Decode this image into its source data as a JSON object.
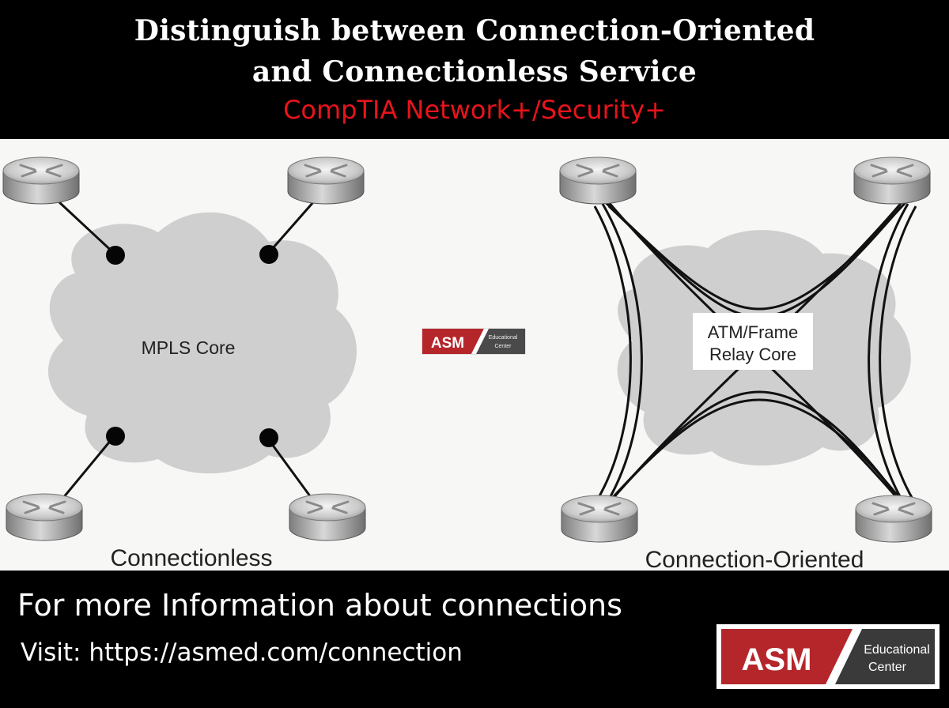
{
  "header": {
    "title_line1": "Distinguish between Connection-Oriented",
    "title_line2": "and Connectionless Service",
    "subtitle": "CompTIA Network+/Security+"
  },
  "left_diagram": {
    "core_label": "MPLS Core",
    "caption": "Connectionless"
  },
  "right_diagram": {
    "core_label_line1": "ATM/Frame",
    "core_label_line2": "Relay Core",
    "caption": "Connection-Oriented"
  },
  "watermark": {
    "brand": "ASM",
    "line1": "Educational",
    "line2": "Center"
  },
  "footer": {
    "info": "For more Information about connections",
    "visit": "Visit: https://asmed.com/connection",
    "logo_brand": "ASM",
    "logo_line1": "Educational",
    "logo_line2": "Center"
  },
  "colors": {
    "background_header": "#000000",
    "subtitle_red": "#e8141b",
    "logo_red": "#b5262b",
    "logo_dark": "#3a3a3a",
    "cloud_gray": "#cfcfcf"
  }
}
